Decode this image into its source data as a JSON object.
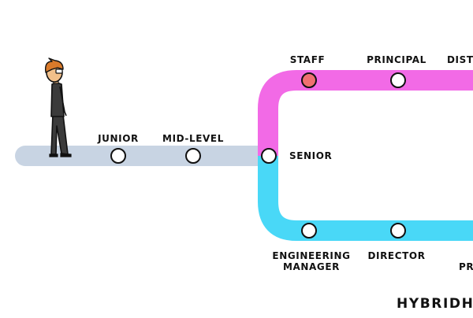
{
  "colors": {
    "track_base": "#c8d4e3",
    "track_upper": "#f26ae6",
    "track_lower": "#49d8f7",
    "station_fill": "#ffffff",
    "station_current": "#f07070",
    "stroke": "#111111",
    "skin": "#f2c08a",
    "hair": "#d97a2b",
    "suit": "#3b3b3b"
  },
  "stations": {
    "junior": "JUNIOR",
    "mid_level": "MID-LEVEL",
    "senior": "SENIOR",
    "staff": "STAFF",
    "principal": "PRINCIPAL",
    "distinguished_partial": "DISTI",
    "engineering_manager_line1": "ENGINEERING",
    "engineering_manager_line2": "MANAGER",
    "director": "DIRECTOR",
    "partial_lower_right": "PRE"
  },
  "current_station": "STAFF",
  "brand": "HYBRIDHA"
}
